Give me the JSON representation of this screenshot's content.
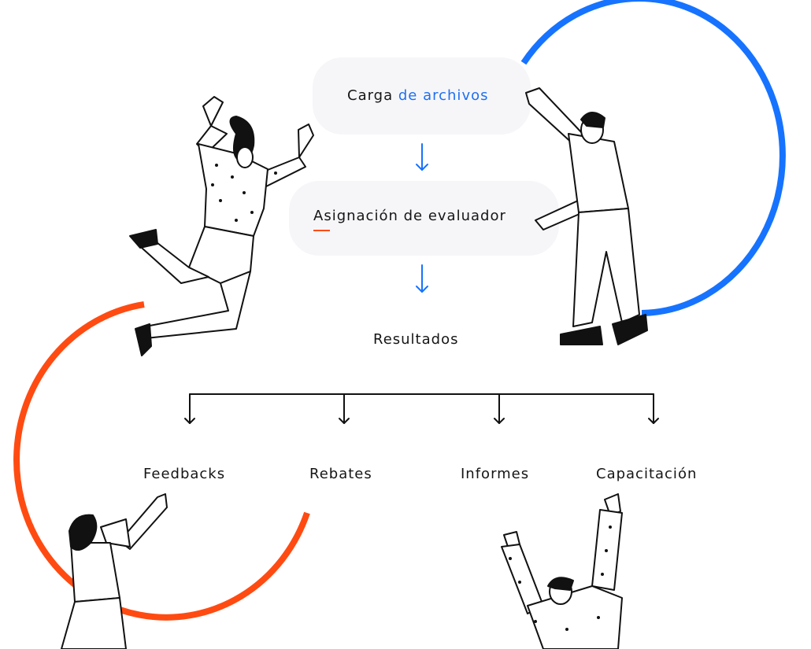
{
  "colors": {
    "blue": "#1673ff",
    "orange": "#ff4b12",
    "ink": "#111111",
    "pill": "#f6f6f9"
  },
  "flow": {
    "step1": {
      "prefix": "Carga ",
      "highlight": "de archivos"
    },
    "step2": "Asignación de evaluador",
    "step3": "Resultados"
  },
  "branches": [
    "Feedbacks",
    "Rebates",
    "Informes",
    "Capacitación"
  ]
}
